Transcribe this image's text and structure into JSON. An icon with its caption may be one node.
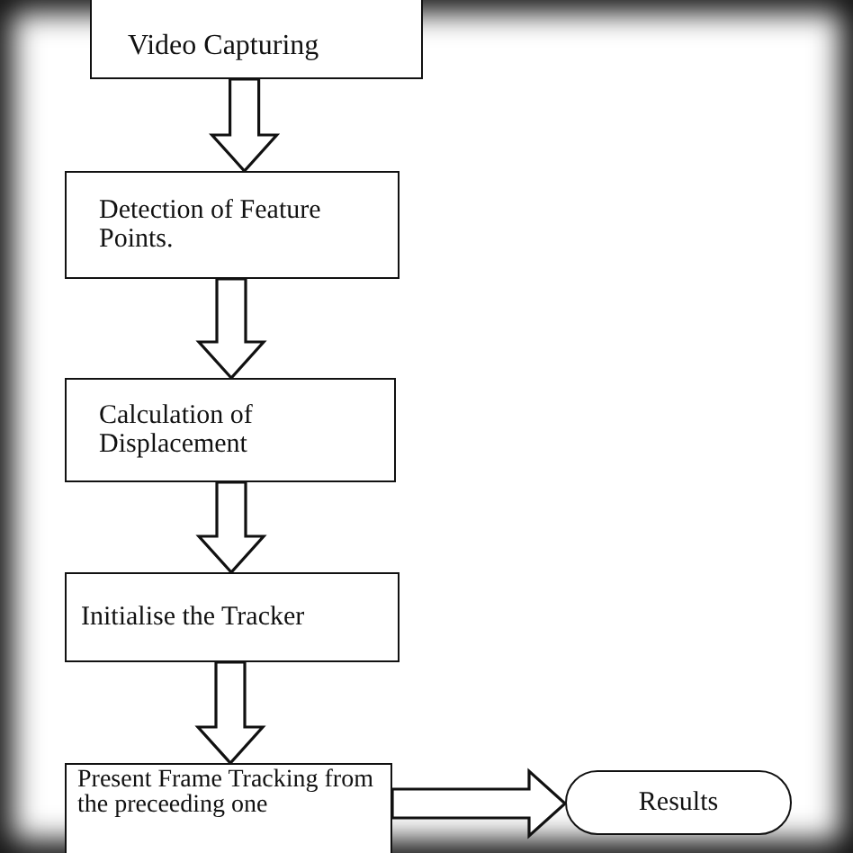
{
  "diagram": {
    "nodes": [
      {
        "text": [
          "Video Capturing"
        ]
      },
      {
        "text": [
          "Detection of Feature Points."
        ]
      },
      {
        "text": [
          "Calculation of Displacement"
        ]
      },
      {
        "text": [
          "Initialise the Tracker"
        ]
      },
      {
        "text": [
          "Present Frame Tracking from the preceeding one"
        ]
      },
      {
        "text": [
          "Results"
        ]
      }
    ],
    "edges": [
      {
        "from": 0,
        "to": 1,
        "arrow": "to"
      },
      {
        "from": 1,
        "to": 2,
        "arrow": "to"
      },
      {
        "from": 2,
        "to": 3,
        "arrow": "to"
      },
      {
        "from": 3,
        "to": 4,
        "arrow": "to"
      },
      {
        "from": 4,
        "to": 5,
        "arrow": "to"
      }
    ]
  }
}
